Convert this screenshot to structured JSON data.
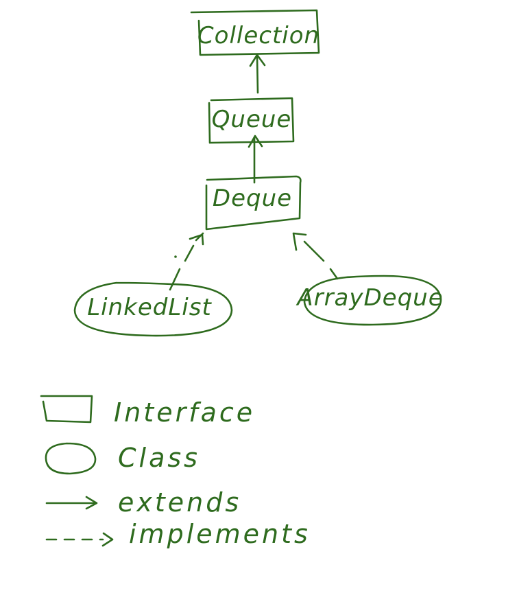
{
  "diagram": {
    "nodes": {
      "collection": "Collection",
      "queue": "Queue",
      "deque": "Deque",
      "linkedlist": "LinkedList",
      "arraydeque": "ArrayDeque"
    },
    "legend": {
      "interface": "Interface",
      "class": "Class",
      "extends": "extends",
      "implements": "implements"
    },
    "ink_color": "#2e6b1e"
  }
}
